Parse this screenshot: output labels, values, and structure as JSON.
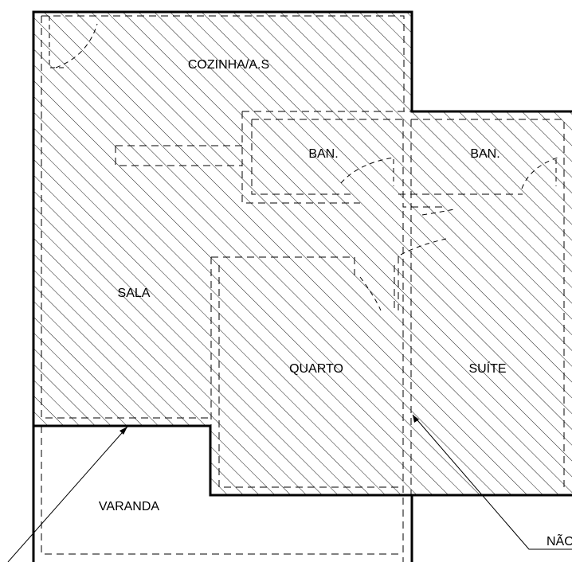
{
  "rooms": {
    "cozinha": "COZINHA/A.S",
    "ban_left": "BAN.",
    "ban_right": "BAN.",
    "sala": "SALA",
    "quarto": "QUARTO",
    "suite": "SUÍTE",
    "varanda": "VARANDA"
  },
  "annotations": {
    "right_note": "NÃO"
  }
}
